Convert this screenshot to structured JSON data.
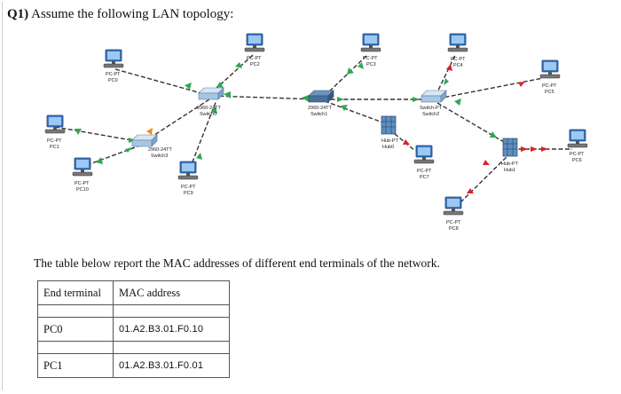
{
  "question": {
    "number": "Q1)",
    "text": "Assume the following LAN topology:"
  },
  "topology": {
    "pcs": [
      {
        "id": "pc0",
        "type": "PC-PT",
        "name": "PC0"
      },
      {
        "id": "pc1",
        "type": "PC-PT",
        "name": "PC1"
      },
      {
        "id": "pc2",
        "type": "PC-PT",
        "name": "PC2"
      },
      {
        "id": "pc3",
        "type": "PC-PT",
        "name": "PC3"
      },
      {
        "id": "pc4",
        "type": "PC-PT",
        "name": "PC4"
      },
      {
        "id": "pc5",
        "type": "PC-PT",
        "name": "PC5"
      },
      {
        "id": "pc6",
        "type": "PC-PT",
        "name": "PC6"
      },
      {
        "id": "pc7",
        "type": "PC-PT",
        "name": "PC7"
      },
      {
        "id": "pc8",
        "type": "PC-PT",
        "name": "PC8"
      },
      {
        "id": "pc9",
        "type": "PC-PT",
        "name": "PC9"
      },
      {
        "id": "pc10",
        "type": "PC-PT",
        "name": "PC10"
      }
    ],
    "switches": [
      {
        "id": "switch0",
        "type": "2960-24TT",
        "name": "Switch0"
      },
      {
        "id": "switch1",
        "type": "2960-24TT",
        "name": "Switch1"
      },
      {
        "id": "switch2",
        "type": "Switch-PT",
        "name": "Switch2"
      },
      {
        "id": "switch3",
        "type": "2960-24TT",
        "name": "Switch3"
      }
    ],
    "hubs": [
      {
        "id": "hub0",
        "type": "Hub-PT",
        "name": "Hub0"
      },
      {
        "id": "hub1",
        "type": "Hub-PT",
        "name": "Hub1"
      }
    ],
    "colors": {
      "link_up": "#2fa84f",
      "link_down": "#e0202c",
      "link_orange": "#f08a1c",
      "cable": "#333333",
      "device_blue": "#3a78c4"
    }
  },
  "description": "The table below report the MAC addresses of different end terminals of the network.",
  "mac_table": {
    "headers": [
      "End terminal",
      "MAC address"
    ],
    "rows": [
      {
        "terminal": "PC0",
        "mac": "01.A2.B3.01.F0.10"
      },
      {
        "terminal": "PC1",
        "mac": "01.A2.B3.01.F0.01"
      }
    ]
  }
}
